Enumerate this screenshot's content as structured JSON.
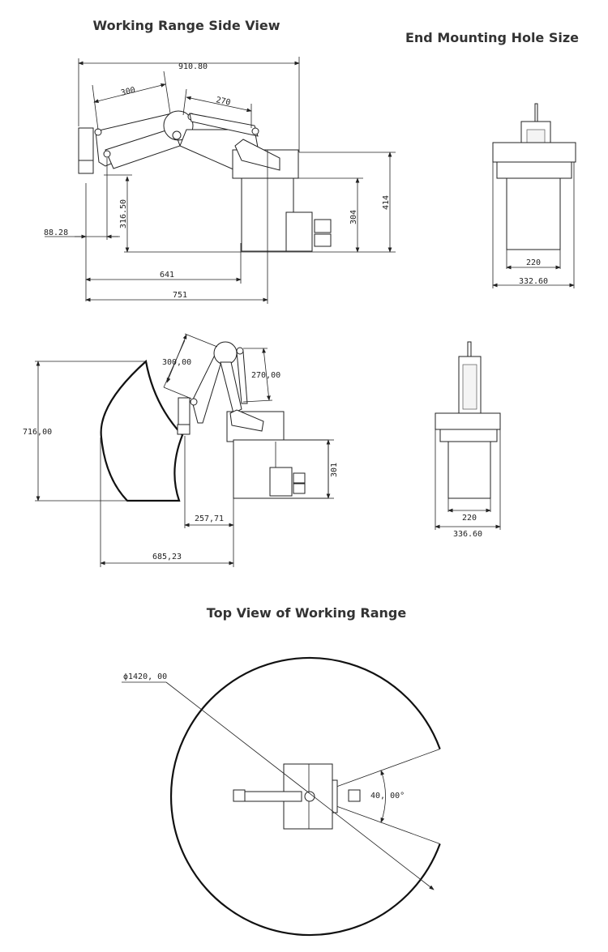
{
  "titles": {
    "side_view": "Working Range Side View",
    "end_mounting": "End Mounting Hole Size",
    "top_view": "Top View of Working Range"
  },
  "side_view_1": {
    "overall_width": "910.80",
    "link1": "300",
    "link2": "270",
    "height_total": "414",
    "height_base": "304",
    "tool_height": "316.50",
    "tool_offset": "88.28",
    "reach_to_base": "641",
    "reach_to_center": "751"
  },
  "end_view_1": {
    "base_width": "220",
    "overall_width": "332.60"
  },
  "side_view_2": {
    "link1": "300,00",
    "link2": "270,00",
    "vertical_range": "716,00",
    "base_height": "301",
    "min_reach": "257,71",
    "max_reach": "685,23"
  },
  "end_view_2": {
    "base_width": "220",
    "overall_width": "336.60"
  },
  "top_view": {
    "diameter": "ϕ1420, 00",
    "dead_zone_angle": "40, 00°"
  }
}
